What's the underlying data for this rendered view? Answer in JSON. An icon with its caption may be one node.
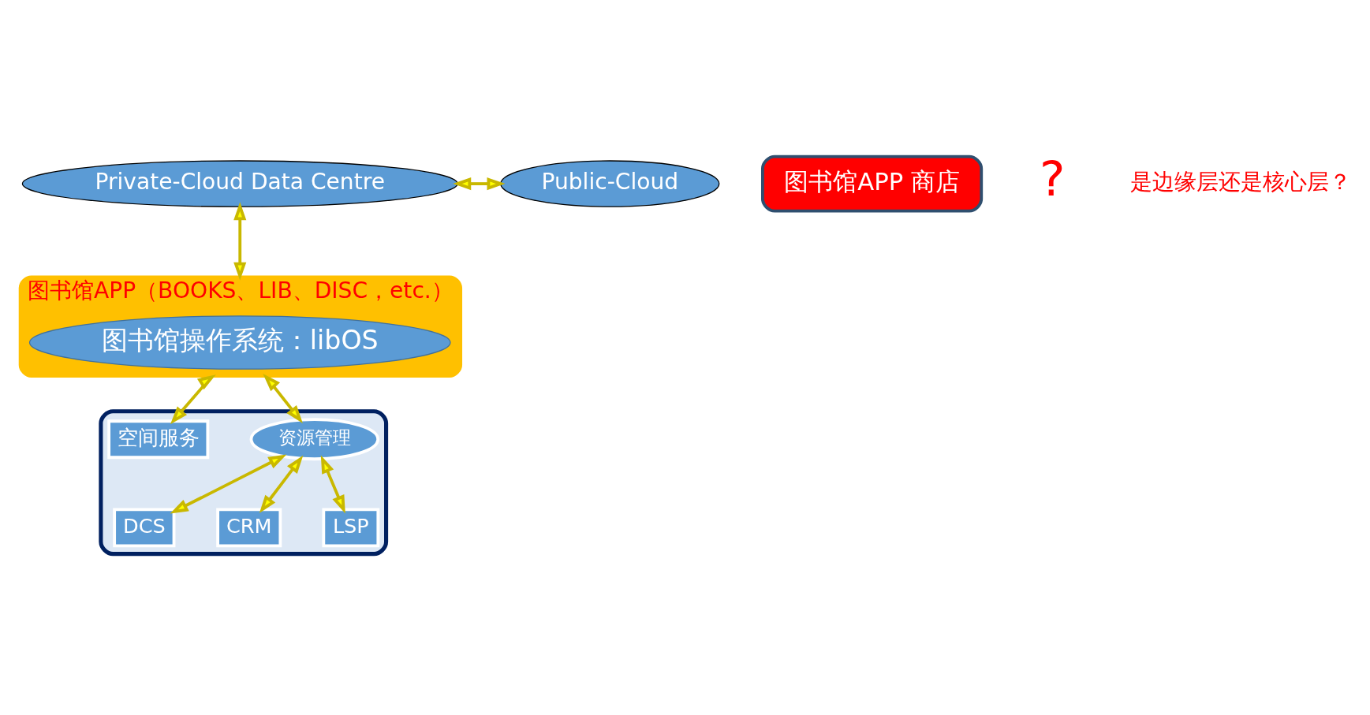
{
  "diagram": {
    "nodes": [
      {
        "text": [
          "Private-Cloud Data Centre"
        ]
      },
      {
        "text": [
          "Public-Cloud"
        ]
      },
      {
        "text": [
          "图书馆APP（BOOKS、LIB、DISC，etc.）"
        ]
      },
      {
        "text": [
          "图书馆操作系统：libOS"
        ],
        "in": 2
      },
      {
        "text": [],
        "shape": "cloud"
      },
      {
        "text": [
          "资源管理"
        ],
        "in": 4
      },
      {
        "text": [
          "空间服务"
        ],
        "in": 4
      },
      {
        "text": [
          "DCS"
        ],
        "in": 4
      },
      {
        "text": [
          "CRM"
        ],
        "in": 4
      },
      {
        "text": [
          "LSP"
        ],
        "in": 4
      },
      {
        "text": [
          "图书馆APP 商店"
        ]
      }
    ],
    "edges": [
      {
        "from": 0,
        "to": 1,
        "arrow": "both"
      },
      {
        "from": 0,
        "to": 2,
        "arrow": "both"
      },
      {
        "from": 2,
        "to": 5,
        "arrow": "both"
      },
      {
        "from": 2,
        "to": 6,
        "arrow": "both"
      },
      {
        "from": 5,
        "to": 7,
        "arrow": "both"
      },
      {
        "from": 5,
        "to": 8,
        "arrow": "both"
      },
      {
        "from": 5,
        "to": 9,
        "arrow": "both"
      }
    ],
    "labels": [
      "?",
      "是边缘层还是核心层？"
    ]
  }
}
